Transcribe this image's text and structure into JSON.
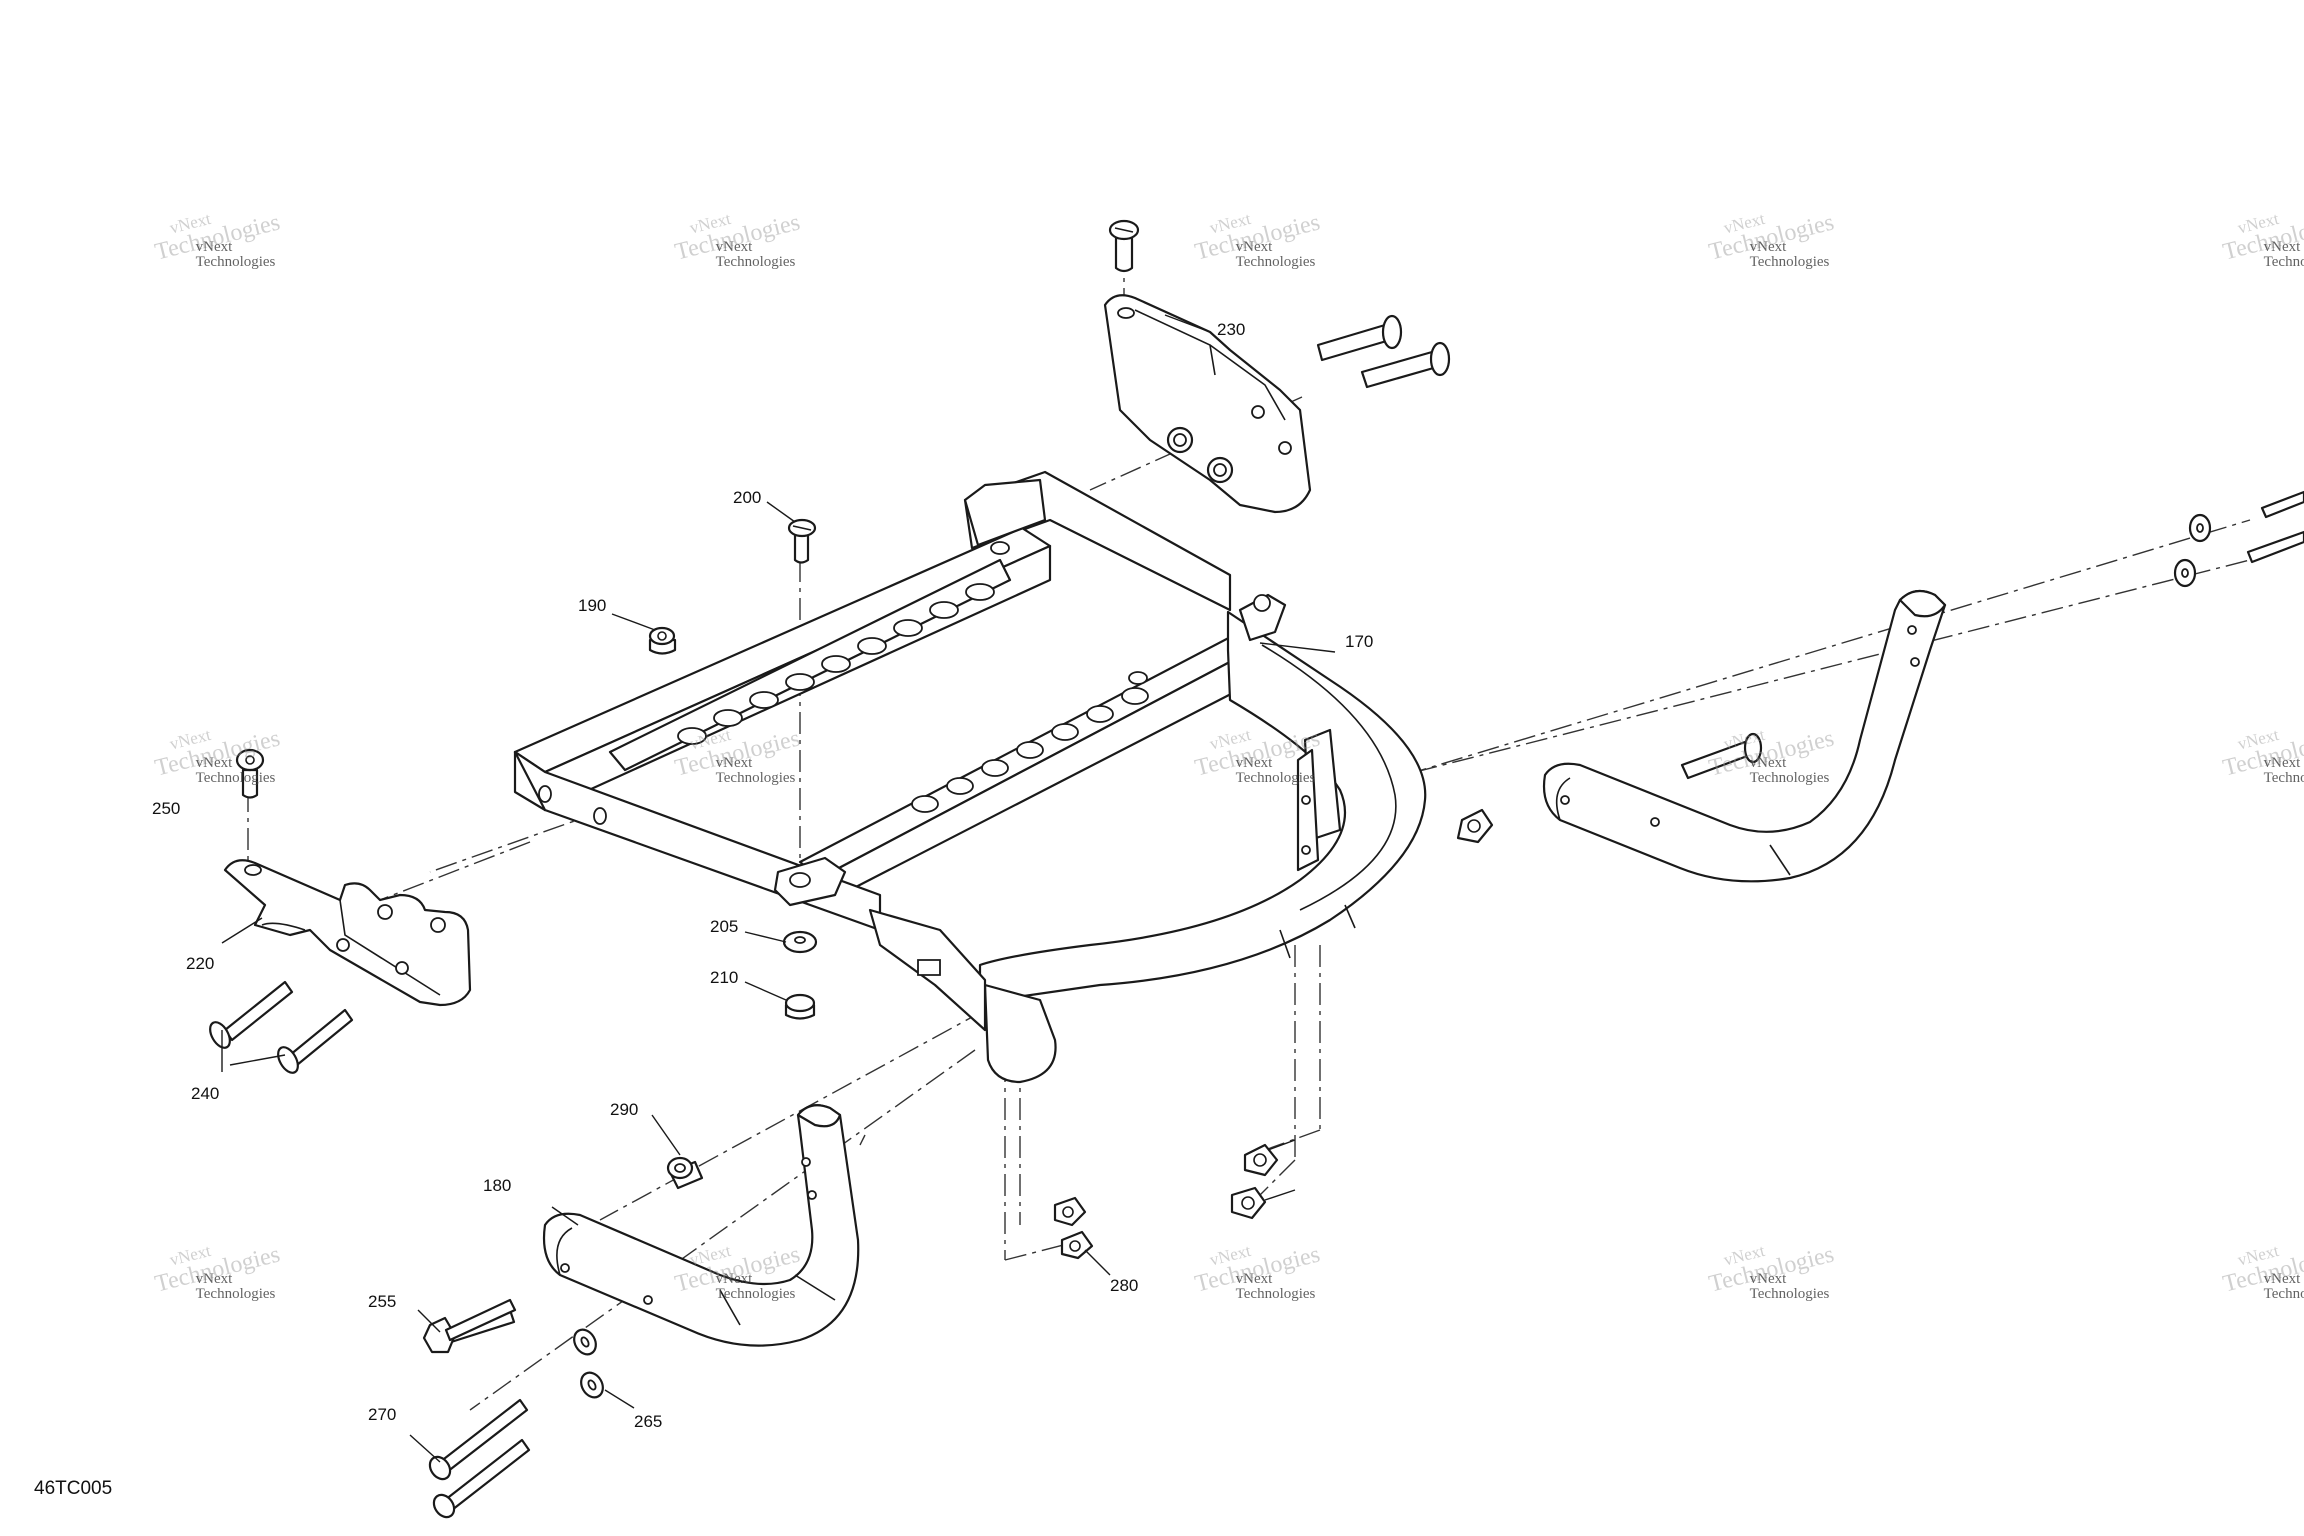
{
  "drawing_code": "46TC005",
  "watermark": {
    "line1": "vNext",
    "line2": "Technologies",
    "caption": "vNext Technologies"
  },
  "callouts": {
    "c170": "170",
    "c180": "180",
    "c190": "190",
    "c200": "200",
    "c205": "205",
    "c210": "210",
    "c220": "220",
    "c230": "230",
    "c240": "240",
    "c250": "250",
    "c255": "255",
    "c265": "265",
    "c270": "270",
    "c280": "280",
    "c290": "290"
  }
}
